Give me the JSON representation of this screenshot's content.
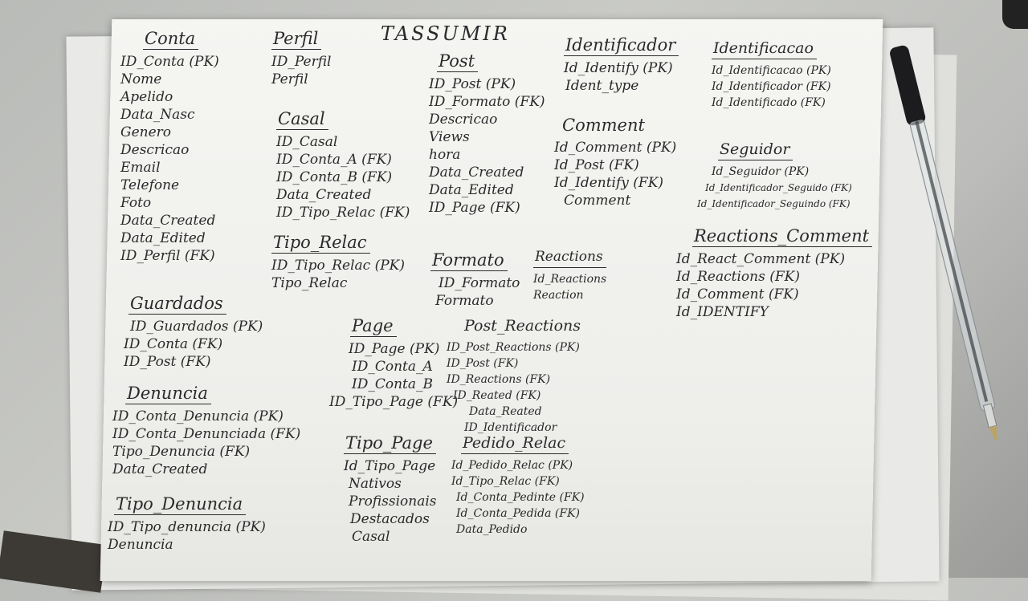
{
  "header": "TASSUMIR",
  "blocks": [
    {
      "title": "Conta",
      "lines": [
        "ID_Conta (PK)",
        "Nome",
        "Apelido",
        "Data_Nasc",
        "Genero",
        "Descricao",
        "Email",
        "Telefone",
        "Foto",
        "Data_Created",
        "Data_Edited",
        "ID_Perfil (FK)"
      ]
    },
    {
      "title": "Perfil",
      "lines": [
        "ID_Perfil",
        "Perfil"
      ]
    },
    {
      "title": "Casal",
      "lines": [
        "ID_Casal",
        "ID_Conta_A (FK)",
        "ID_Conta_B (FK)",
        "Data_Created",
        "ID_Tipo_Relac (FK)"
      ]
    },
    {
      "title": "Tipo_Relac",
      "lines": [
        "ID_Tipo_Relac (PK)",
        "Tipo_Relac"
      ]
    },
    {
      "title": "Post",
      "lines": [
        "ID_Post (PK)",
        "ID_Formato (FK)",
        "Descricao",
        "Views",
        "hora",
        "Data_Created",
        "Data_Edited",
        "ID_Page (FK)"
      ]
    },
    {
      "title": "Formato",
      "lines": [
        "ID_Formato",
        "Formato"
      ]
    },
    {
      "title": "Identificador",
      "lines": [
        "Id_Identify (PK)",
        "Ident_type"
      ]
    },
    {
      "title": "Comment",
      "lines": [
        "Id_Comment (PK)",
        "Id_Post (FK)",
        "Id_Identify (FK)",
        "Comment"
      ]
    },
    {
      "title": "Reactions",
      "lines": [
        "Id_Reactions",
        "Reaction"
      ]
    },
    {
      "title": "Identificacao",
      "lines": [
        "Id_Identificacao (PK)",
        "Id_Identificador (FK)",
        "Id_Identificado (FK)"
      ]
    },
    {
      "title": "Seguidor",
      "lines": [
        "Id_Seguidor (PK)",
        "Id_Identificador_Seguido (FK)",
        "Id_Identificador_Seguindo (FK)"
      ]
    },
    {
      "title": "Reactions_Comment",
      "lines": [
        "Id_React_Comment (PK)",
        "Id_Reactions (FK)",
        "Id_Comment (FK)",
        "Id_IDENTIFY"
      ]
    },
    {
      "title": "Guardados",
      "lines": [
        "ID_Guardados (PK)",
        "ID_Conta (FK)",
        "ID_Post (FK)"
      ]
    },
    {
      "title": "Denuncia",
      "lines": [
        "ID_Conta_Denuncia (PK)",
        "ID_Conta_Denunciada (FK)",
        "Tipo_Denuncia (FK)",
        "Data_Created"
      ]
    },
    {
      "title": "Tipo_Denuncia",
      "lines": [
        "ID_Tipo_denuncia (PK)",
        "Denuncia"
      ]
    },
    {
      "title": "Page",
      "lines": [
        "ID_Page (PK)",
        "ID_Conta_A",
        "ID_Conta_B",
        "ID_Tipo_Page (FK)"
      ]
    },
    {
      "title": "Post_Reactions",
      "lines": [
        "ID_Post_Reactions (PK)",
        "ID_Post (FK)",
        "ID_Reactions (FK)",
        "ID_Reated (FK)",
        "Data_Reated",
        "ID_Identificador"
      ]
    },
    {
      "title": "Tipo_Page",
      "lines": [
        "Id_Tipo_Page",
        "Nativos",
        "Profissionais",
        "Destacados",
        "Casal"
      ]
    },
    {
      "title": "Pedido_Relac",
      "lines": [
        "Id_Pedido_Relac (PK)",
        "Id_Tipo_Relac (FK)",
        "Id_Conta_Pedinte (FK)",
        "Id_Conta_Pedida (FK)",
        "Data_Pedido"
      ]
    }
  ]
}
